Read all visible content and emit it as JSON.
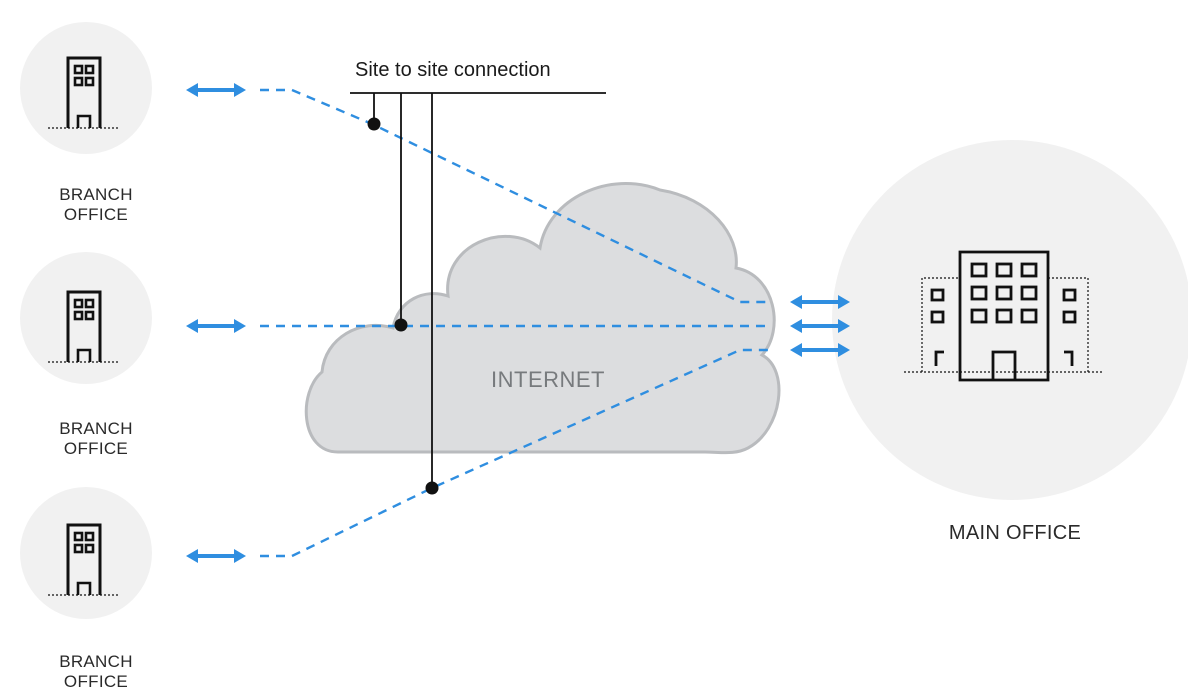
{
  "labels": {
    "callout": "Site to site connection",
    "internet": "INTERNET",
    "main_office": "MAIN OFFICE",
    "branch_line1": "BRANCH",
    "branch_line2": "OFFICE"
  },
  "colors": {
    "connection": "#2f8ee0",
    "cloud_fill": "#dcdddf",
    "cloud_stroke": "#b9bbbe",
    "circle_fill": "#f1f1f1",
    "icon": "#111111"
  },
  "icons": {
    "branch": "small-building-icon",
    "main": "large-building-icon"
  }
}
